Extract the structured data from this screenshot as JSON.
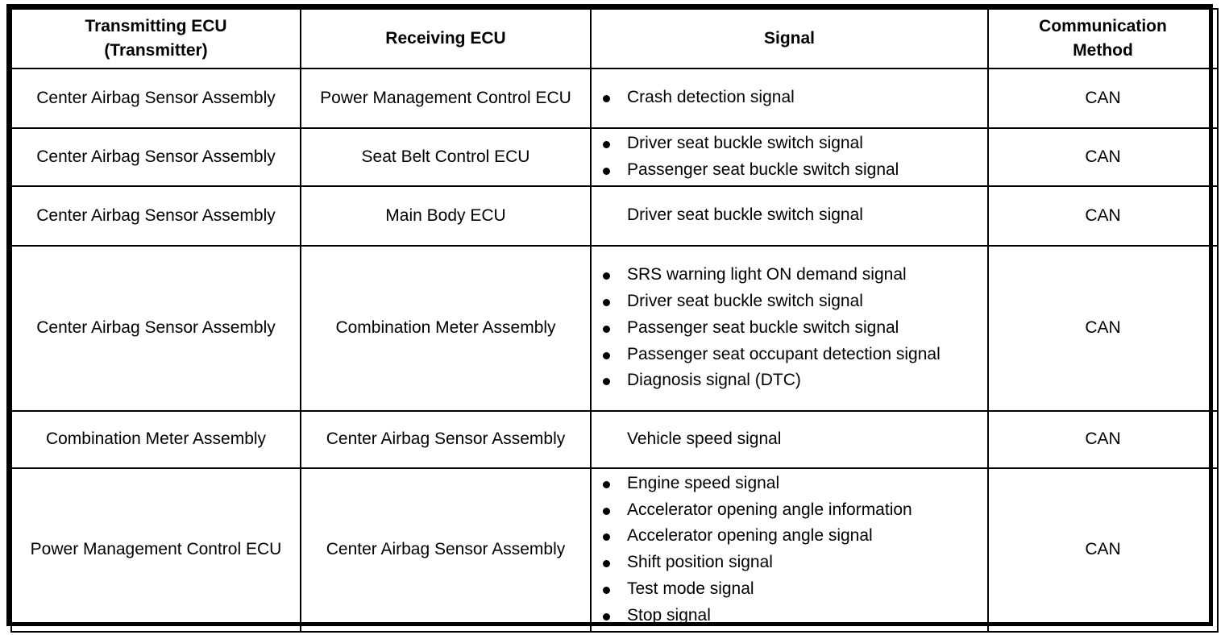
{
  "table": {
    "headers": [
      "Transmitting ECU\n(Transmitter)",
      "Receiving ECU",
      "Signal",
      "Communication\nMethod"
    ],
    "header_lines": {
      "transmitter_l1": "Transmitting ECU",
      "transmitter_l2": "(Transmitter)",
      "receiver": "Receiving ECU",
      "signal": "Signal",
      "method_l1": "Communication",
      "method_l2": "Method"
    },
    "rows": [
      {
        "transmitter": "Center Airbag Sensor Assembly",
        "receiver": "Power Management Control ECU",
        "signals": [
          "Crash detection signal"
        ],
        "bulleted": true,
        "method": "CAN"
      },
      {
        "transmitter": "Center Airbag Sensor Assembly",
        "receiver": "Seat Belt Control ECU",
        "signals": [
          "Driver seat buckle switch signal",
          "Passenger seat buckle switch signal"
        ],
        "bulleted": true,
        "method": "CAN"
      },
      {
        "transmitter": "Center Airbag Sensor Assembly",
        "receiver": "Main Body ECU",
        "signals": [
          "Driver seat buckle switch signal"
        ],
        "bulleted": false,
        "method": "CAN"
      },
      {
        "transmitter": "Center Airbag Sensor Assembly",
        "receiver": "Combination Meter Assembly",
        "signals": [
          "SRS warning light ON demand signal",
          "Driver seat buckle switch signal",
          "Passenger seat buckle switch signal",
          "Passenger seat occupant detection signal",
          "Diagnosis signal (DTC)"
        ],
        "bulleted": true,
        "method": "CAN"
      },
      {
        "transmitter": "Combination Meter Assembly",
        "receiver": "Center Airbag Sensor Assembly",
        "signals": [
          "Vehicle speed signal"
        ],
        "bulleted": false,
        "method": "CAN"
      },
      {
        "transmitter": "Power Management Control ECU",
        "receiver": "Center Airbag Sensor Assembly",
        "signals": [
          "Engine speed signal",
          "Accelerator opening angle information",
          "Accelerator opening angle signal",
          "Shift position signal",
          "Test mode signal",
          "Stop signal"
        ],
        "bulleted": true,
        "method": "CAN"
      }
    ]
  },
  "colors": {
    "border": "#000000",
    "text": "#000000",
    "background": "#ffffff"
  }
}
